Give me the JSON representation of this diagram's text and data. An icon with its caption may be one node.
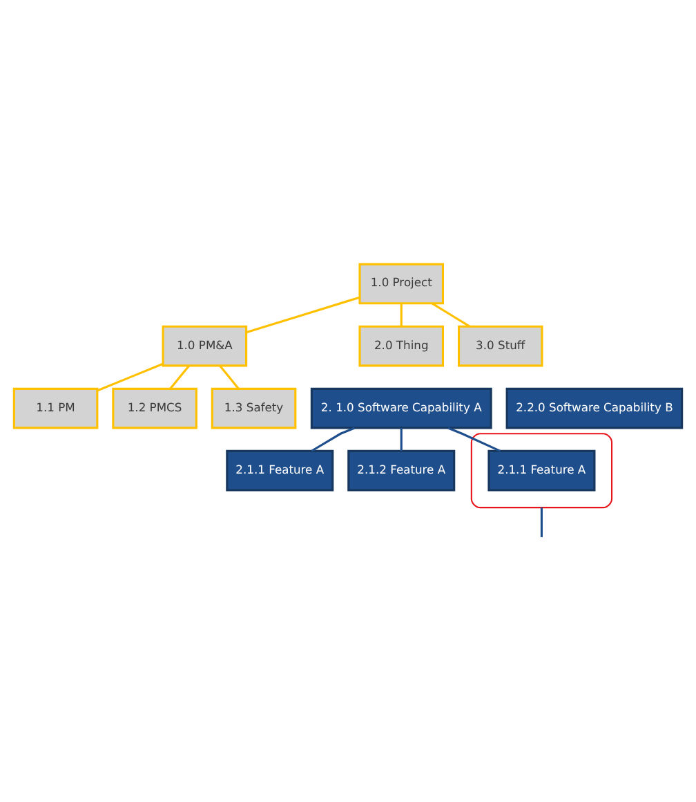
{
  "diagram": {
    "nodes": [
      {
        "text": [
          "1.0 Project"
        ]
      },
      {
        "text": [
          "1.0 PM&A"
        ]
      },
      {
        "text": [
          "2.0 Thing"
        ]
      },
      {
        "text": [
          "3.0 Stuff"
        ]
      },
      {
        "text": [
          "1.1 PM"
        ]
      },
      {
        "text": [
          "1.2 PMCS"
        ]
      },
      {
        "text": [
          "1.3 Safety"
        ]
      },
      {
        "text": [
          "2. 1.0 Software Capability A"
        ]
      },
      {
        "text": [
          "2.2.0 Software Capability B"
        ]
      },
      {
        "text": [
          "2.1.1 Feature A"
        ]
      },
      {
        "text": [
          "2.1.2 Feature A"
        ]
      },
      {
        "text": [],
        "shape": "ellipse"
      },
      {
        "text": [
          "2.1.1 Feature A"
        ],
        "in": 11
      }
    ],
    "edges": [
      {
        "from": 0,
        "to": 1,
        "arrow": "none"
      },
      {
        "from": 0,
        "to": 2,
        "arrow": "none"
      },
      {
        "from": 0,
        "to": 3,
        "arrow": "none"
      },
      {
        "from": 1,
        "to": 4,
        "arrow": "none"
      },
      {
        "from": 1,
        "to": 5,
        "arrow": "none"
      },
      {
        "from": 1,
        "to": 6,
        "arrow": "none"
      },
      {
        "from": 7,
        "to": 9,
        "arrow": "none",
        "color": "#1f4e8c"
      },
      {
        "from": 7,
        "to": 10,
        "arrow": "none",
        "color": "#1f4e8c"
      },
      {
        "from": 7,
        "to": 12,
        "arrow": "none",
        "color": "#1f4e8c"
      },
      {
        "from": 11,
        "to": null,
        "arrow": "none",
        "color": "#1f4e8c"
      }
    ]
  }
}
